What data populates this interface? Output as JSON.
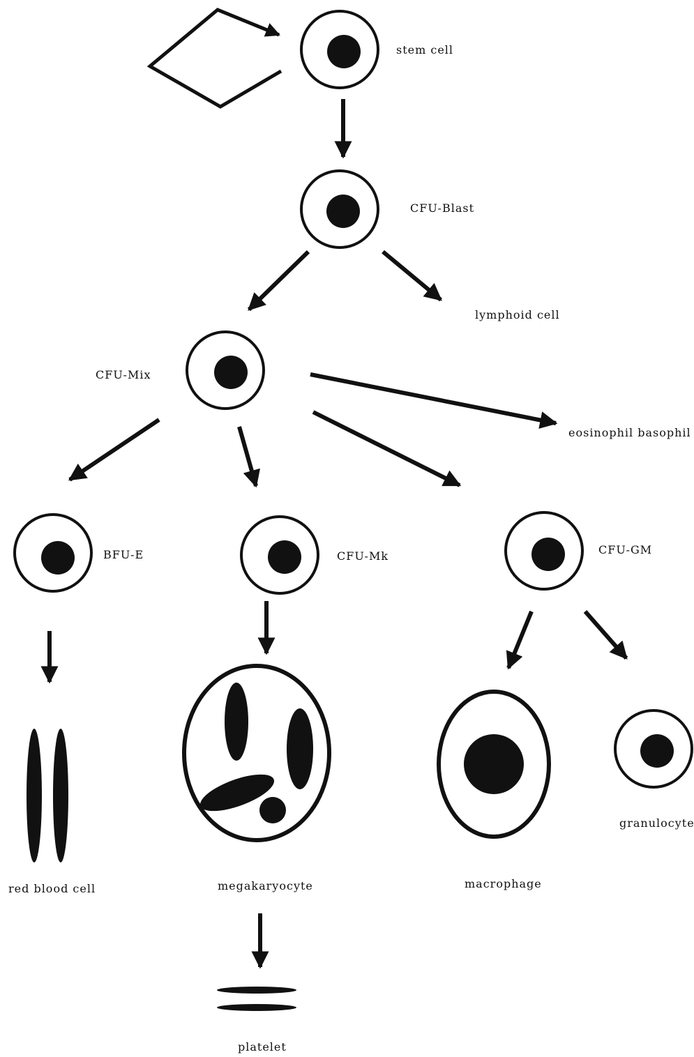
{
  "labels": {
    "stem_cell": "stem cell",
    "cfu_blast": "CFU-Blast",
    "lymphoid_cell": "lymphoid cell",
    "cfu_mix": "CFU-Mix",
    "eosinophil_basophil": "eosinophil basophil",
    "bfu_e": "BFU-E",
    "cfu_mk": "CFU-Mk",
    "cfu_gm": "CFU-GM",
    "red_blood_cell": "red blood cell",
    "megakaryocyte": "megakaryocyte",
    "macrophage": "macrophage",
    "granulocyte": "granulocyte",
    "platelet": "platelet"
  },
  "colors": {
    "ink": "#111111",
    "background": "#ffffff"
  }
}
